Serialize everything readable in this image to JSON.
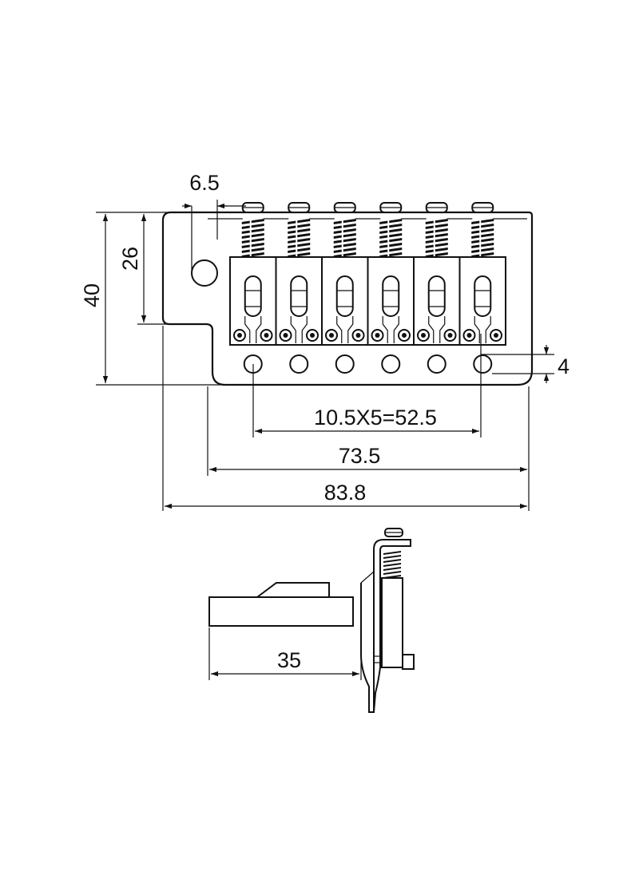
{
  "diagram": {
    "ink_color": "#111111",
    "background": "#ffffff",
    "top_view": {
      "saddle_count": 6,
      "dimensions": {
        "screw_offset": "6.5",
        "height_inner": "26",
        "height_total": "40",
        "hole_offset": "4",
        "string_spacing": "10.5X5=52.5",
        "mounting_width": "73.5",
        "total_width": "83.8"
      }
    },
    "side_view": {
      "dimensions": {
        "length": "35"
      }
    }
  }
}
